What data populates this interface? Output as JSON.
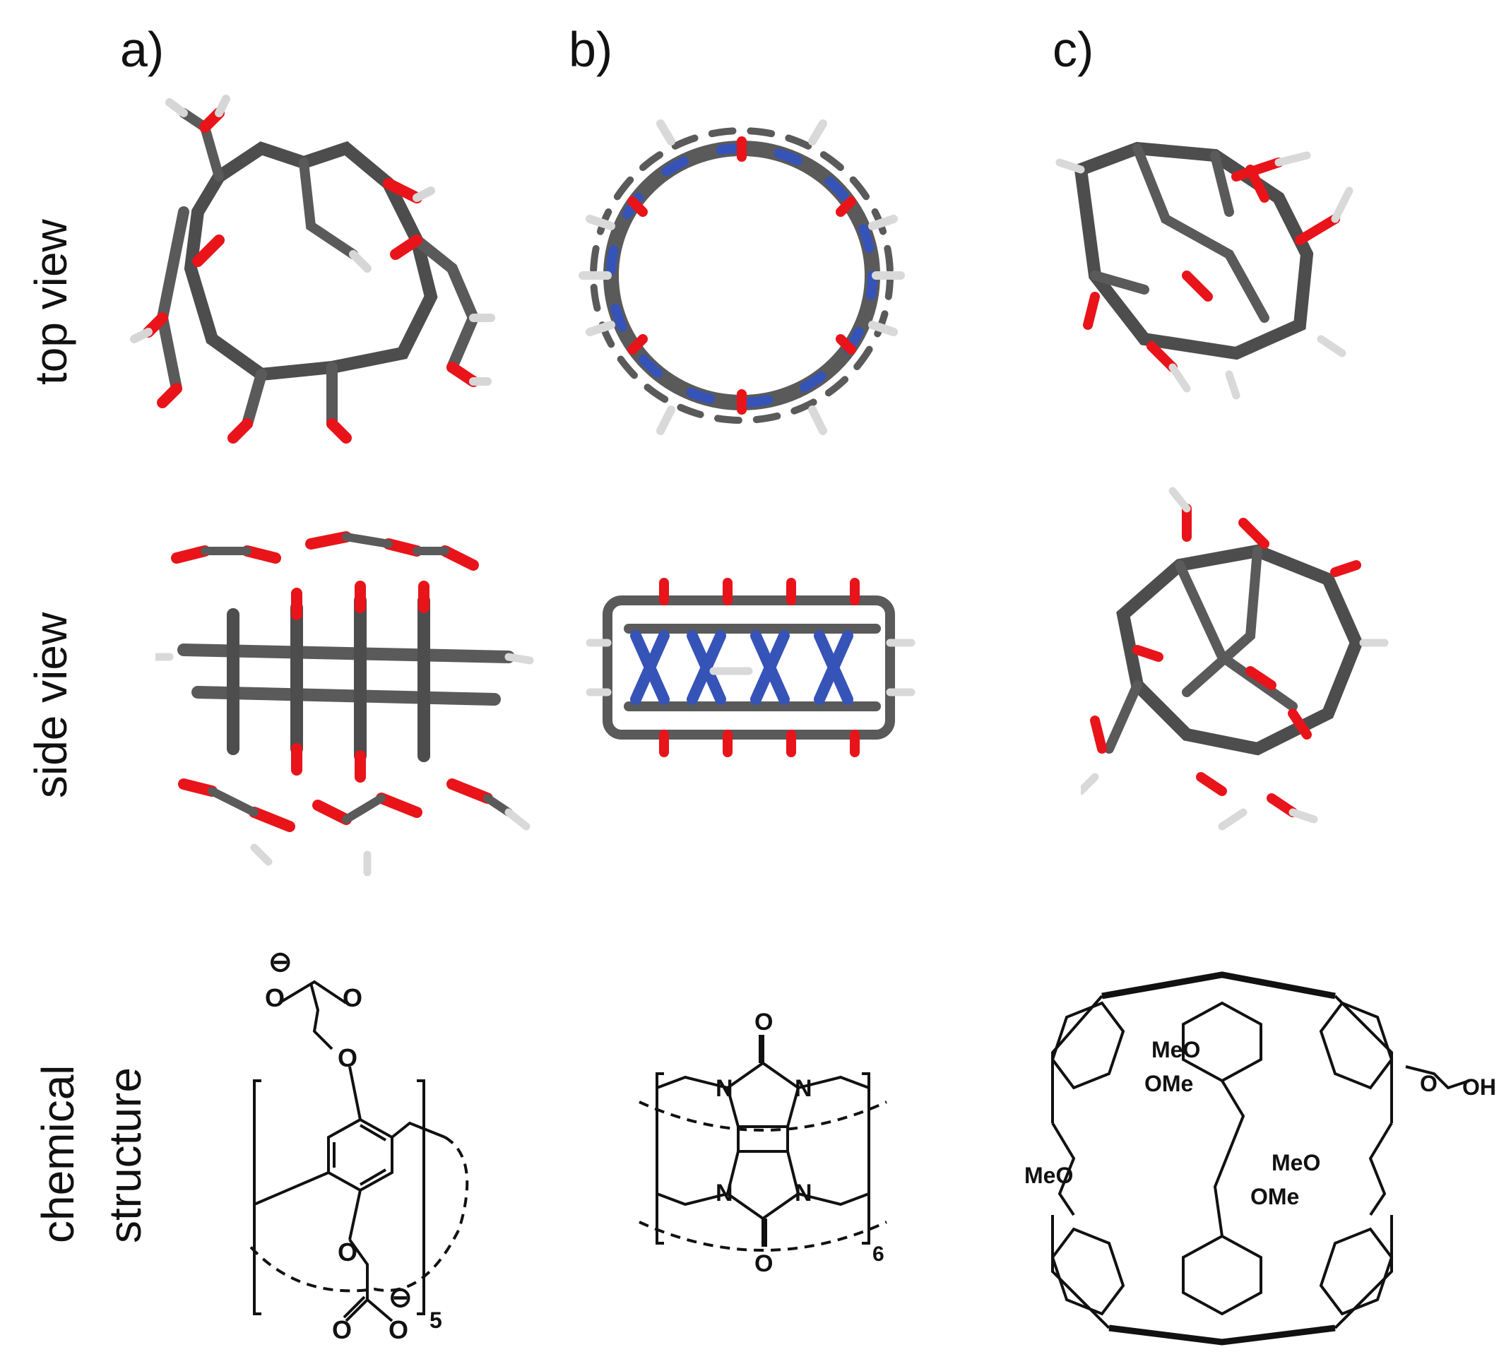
{
  "panels": [
    "a)",
    "b)",
    "c)"
  ],
  "rows": {
    "top": "top view",
    "side": "side view",
    "chem1": "chemical",
    "chem2": "structure"
  },
  "structures": {
    "a": {
      "O_top": "O",
      "O_top2": "O",
      "O_ring_up": "O",
      "O_ring_dn": "O",
      "O_bot": "O",
      "O_bot2": "O",
      "minus": "⊖",
      "repeat": "5"
    },
    "b": {
      "O_top": "O",
      "O_bot": "O",
      "N": "N",
      "repeat": "6"
    },
    "c": {
      "MeO1": "MeO",
      "OMe1": "OMe",
      "MeO2": "MeO",
      "MeO3": "MeO",
      "OMe2": "OMe",
      "O": "O",
      "OH": "OH"
    }
  },
  "colors": {
    "carbon": "#5a5a5a",
    "oxygen": "#e8141a",
    "nitrogen": "#3653b8",
    "hydrogen": "#d9d9d9"
  }
}
